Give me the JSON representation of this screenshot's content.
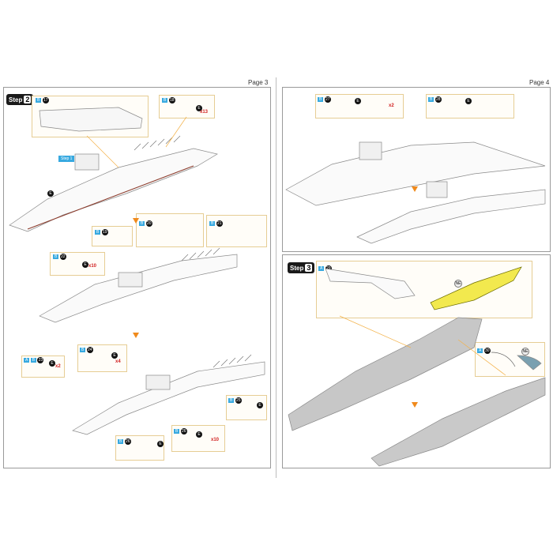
{
  "left_page": {
    "page_label": "Page 3",
    "step": {
      "word": "Step",
      "number": "2"
    },
    "sub_step_label": "Step 1"
  },
  "right_page": {
    "page_label": "Page 4",
    "step3": {
      "word": "Step",
      "number": "3"
    }
  },
  "parts": {
    "p17": "17",
    "p18": "18",
    "p19": "19",
    "p20": "20",
    "p21": "21",
    "p22": "22",
    "p23": "23",
    "p24": "24",
    "p25": "25",
    "p26": "26",
    "p27": "27",
    "p28": "28",
    "p29": "29",
    "p30": "30"
  },
  "sheet_letters": {
    "a": "A",
    "b": "B",
    "e": "E",
    "ne": "NE"
  },
  "quantities": {
    "x13": "x13",
    "x10a": "x10",
    "x2a": "x2",
    "x4": "x4",
    "x10b": "x10",
    "x2b": "x2"
  },
  "colors": {
    "arrow": "#f08a1c",
    "leader": "#f3b24a",
    "callout_border": "#e6cd94",
    "sheet_badge": "#37a9e0",
    "qty": "#d11f1f",
    "hull_yellow": "#f2e94e",
    "hull_grey": "#9a9a9a"
  }
}
